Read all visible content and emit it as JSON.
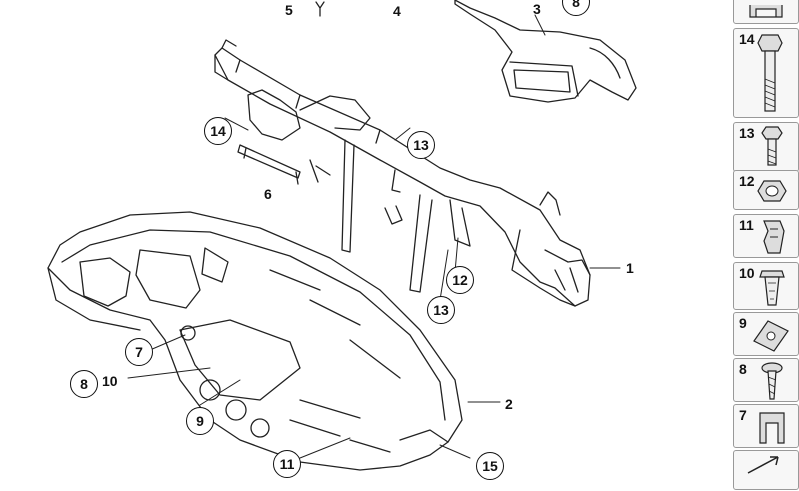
{
  "callouts": {
    "c1": "1",
    "c2": "2",
    "c3": "3",
    "c4": "4",
    "c5": "5",
    "c6": "6",
    "c7": "7",
    "c8": "8",
    "c8b": "8",
    "c9": "9",
    "c10": "10",
    "c11": "11",
    "c12": "12",
    "c13a": "13",
    "c13b": "13",
    "c14": "14",
    "c15": "15"
  },
  "sidebar": {
    "items": [
      {
        "num": "14",
        "icon": "hex-bolt-long-icon"
      },
      {
        "num": "13",
        "icon": "hex-bolt-short-icon"
      },
      {
        "num": "12",
        "icon": "hex-nut-icon"
      },
      {
        "num": "11",
        "icon": "clip-nut-icon"
      },
      {
        "num": "10",
        "icon": "expanding-nut-icon"
      },
      {
        "num": "9",
        "icon": "speed-nut-icon"
      },
      {
        "num": "8",
        "icon": "screw-icon"
      },
      {
        "num": "7",
        "icon": "clamp-icon"
      }
    ]
  }
}
